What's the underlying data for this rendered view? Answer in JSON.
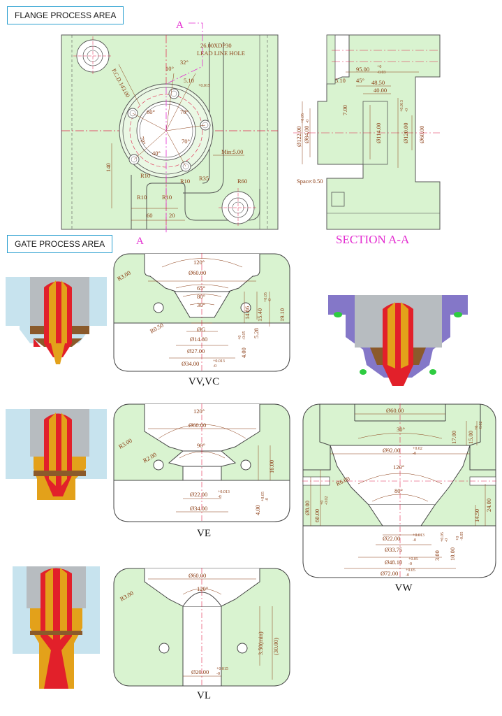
{
  "areas": {
    "flange": "FLANGE PROCESS AREA",
    "gate": "GATE PROCESS AREA"
  },
  "section_marker": "A",
  "section_title": "SECTION A-A",
  "flange": {
    "hole_note": "26.00XDP30",
    "hole_note2": "LEAD LINE HOLE",
    "pcd": "P.C.D.143.00",
    "dims": [
      "32°",
      "10°",
      "5.10",
      "+0.015",
      "60°",
      "70°",
      "70°",
      "70°",
      "40°",
      "Min:5.00",
      "140",
      "R10",
      "R10",
      "R10",
      "R10",
      "R35",
      "R60",
      "60",
      "20"
    ]
  },
  "section": {
    "dims": [
      "95.00",
      "+0",
      "-0.03",
      "48.50",
      "40.00",
      "45°",
      "5.10",
      "7.00",
      "Ø122.00",
      "Ø84.00",
      "+0.05",
      "-0",
      "Ø114.00",
      "Ø120.00",
      "+0.013",
      "-0",
      "Ø60.00",
      "Space:0.50"
    ]
  },
  "vv": {
    "label": "VV,VC",
    "dims": [
      "120°",
      "R3.00",
      "Ø60.00",
      "65°",
      "80°",
      "30°",
      "14.86",
      "15.40",
      "+0.05",
      "-0",
      "19.10",
      "R0.50",
      "ØG",
      "Ø14.80",
      "5.28",
      "4.00",
      "+0",
      "-0.05",
      "Ø27.00",
      "Ø34.00",
      "+0.013",
      "-0"
    ]
  },
  "ve": {
    "label": "VE",
    "dims": [
      "120°",
      "Ø60.00",
      "R3.00",
      "90°",
      "R2.00",
      "16.00",
      "Ø22.00",
      "+0.013",
      "-0",
      "4.00",
      "+0.05",
      "-0",
      "Ø34.00"
    ]
  },
  "vw": {
    "label": "VW",
    "dims": [
      "Ø60.00",
      "30°",
      "17.00",
      "15.00",
      "+0",
      "-0.02",
      "Ø92.00",
      "+0.02",
      "-0",
      "120°",
      "R6.00",
      "80°",
      "Ø8.00",
      "60.00",
      "+0",
      "-0.02",
      "24.00",
      "14.50",
      "Ø22.00",
      "+0.013",
      "-0",
      "Ø33.75",
      "3.00",
      "+0.05",
      "-0",
      "10.00",
      "+0",
      "-0.05",
      "Ø48.10",
      "+0.05",
      "-0",
      "Ø72.00",
      "+0.05",
      "-0"
    ]
  },
  "vl": {
    "label": "VL",
    "dims": [
      "Ø60.00",
      "R3.00",
      "120°",
      "3.50(min)",
      "(30.00)",
      "Ø20.00",
      "+0.015",
      "-0"
    ]
  },
  "colors": {
    "plate": "#d9f3d0",
    "outline": "#555555",
    "dimension": "#8a3b12",
    "center": "#e0204a",
    "marker": "#e32ad0",
    "nozzle_red": "#e2202a",
    "nozzle_gold": "#e3a11a",
    "body_steel": "#b7bcc0",
    "housing_purple": "#8477c8",
    "oring": "#2ecc40"
  }
}
